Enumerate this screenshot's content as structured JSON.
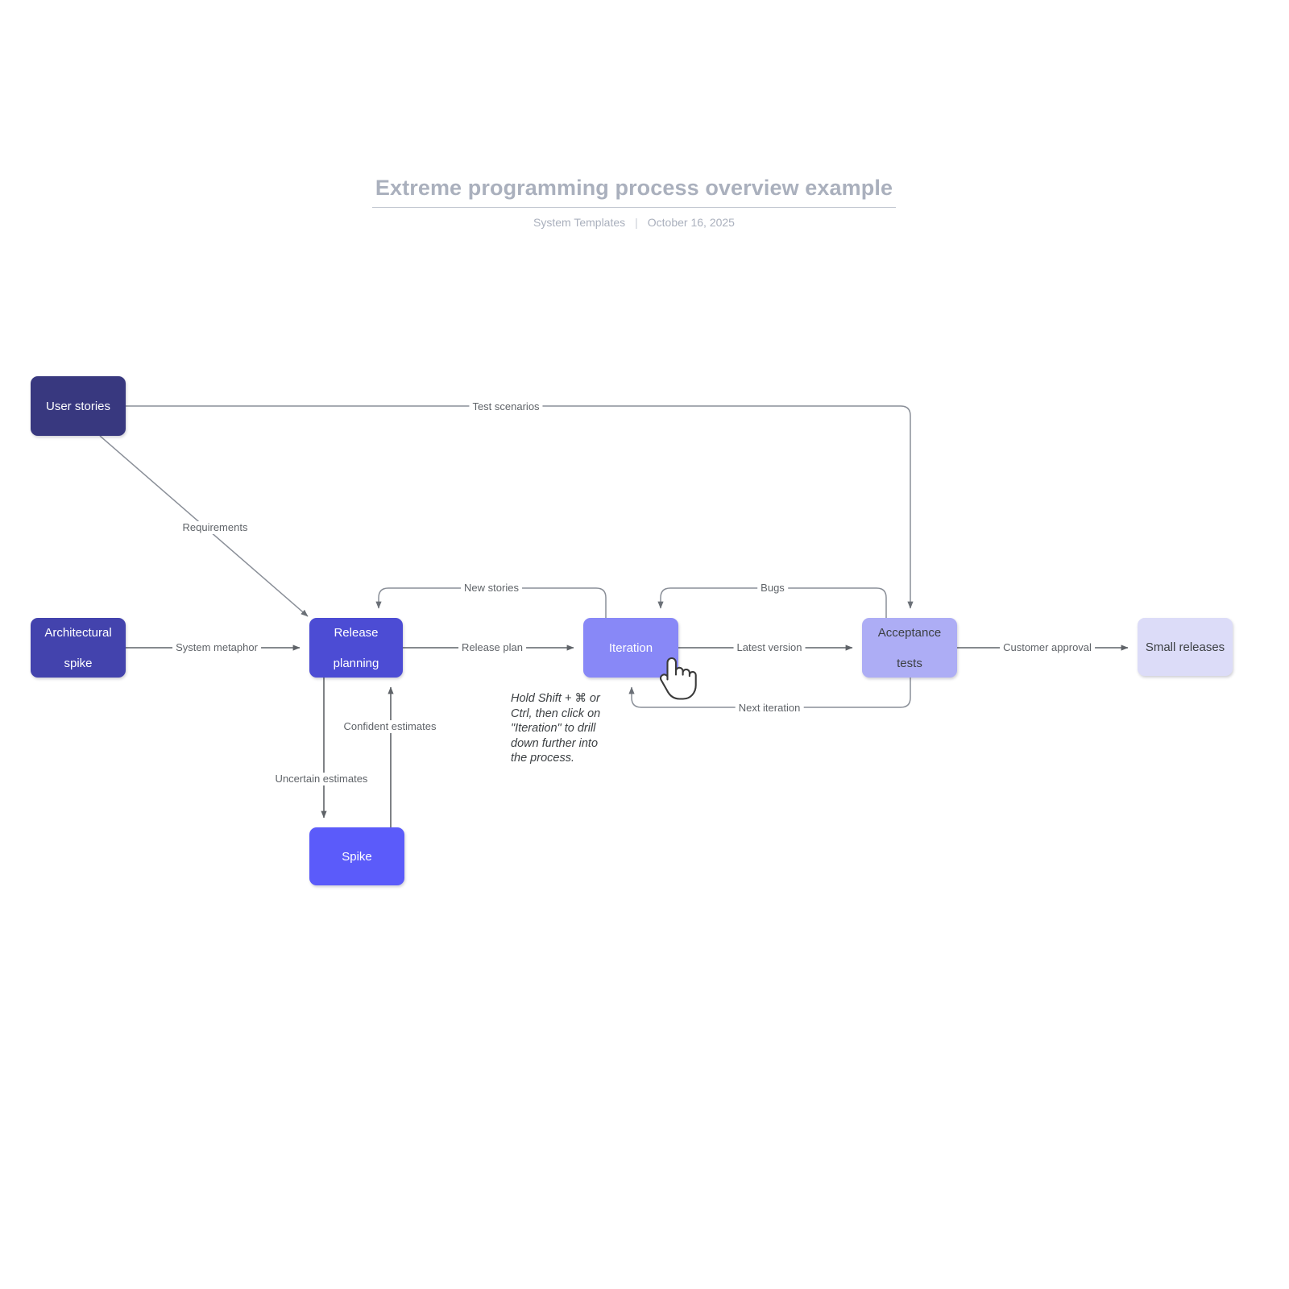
{
  "header": {
    "title": "Extreme programming process overview example",
    "author": "System Templates",
    "separator": "|",
    "date": "October 16, 2025"
  },
  "diagram": {
    "type": "flowchart",
    "nodes": [
      {
        "id": "user-stories",
        "label": "User stories",
        "color": "#38387f",
        "text_color": "#ffffff"
      },
      {
        "id": "arch-spike",
        "label": "Architectural\nspike",
        "line1": "Architectural",
        "line2": "spike",
        "color": "#4343ad",
        "text_color": "#ffffff"
      },
      {
        "id": "release-planning",
        "label": "Release\nplanning",
        "line1": "Release",
        "line2": "planning",
        "color": "#4c4cd4",
        "text_color": "#ffffff"
      },
      {
        "id": "spike",
        "label": "Spike",
        "color": "#5b5bfa",
        "text_color": "#ffffff"
      },
      {
        "id": "iteration",
        "label": "Iteration",
        "color": "#8888f7",
        "text_color": "#ffffff"
      },
      {
        "id": "acceptance-tests",
        "label": "Acceptance\ntests",
        "line1": "Acceptance",
        "line2": "tests",
        "color": "#adadf5",
        "text_color": "#3c4043"
      },
      {
        "id": "small-releases",
        "label": "Small releases",
        "color": "#dcdcf8",
        "text_color": "#3c4043"
      }
    ],
    "edges": [
      {
        "id": "test-scenarios",
        "label": "Test scenarios",
        "from": "user-stories",
        "to": "acceptance-tests"
      },
      {
        "id": "requirements",
        "label": "Requirements",
        "from": "user-stories",
        "to": "release-planning"
      },
      {
        "id": "system-metaphor",
        "label": "System metaphor",
        "from": "arch-spike",
        "to": "release-planning"
      },
      {
        "id": "new-stories",
        "label": "New stories",
        "from": "iteration",
        "to": "release-planning"
      },
      {
        "id": "release-plan",
        "label": "Release plan",
        "from": "release-planning",
        "to": "iteration"
      },
      {
        "id": "uncertain-estimates",
        "label": "Uncertain estimates",
        "from": "release-planning",
        "to": "spike"
      },
      {
        "id": "confident-estimates",
        "label": "Confident estimates",
        "from": "spike",
        "to": "release-planning"
      },
      {
        "id": "bugs",
        "label": "Bugs",
        "from": "acceptance-tests",
        "to": "iteration"
      },
      {
        "id": "latest-version",
        "label": "Latest version",
        "from": "iteration",
        "to": "acceptance-tests"
      },
      {
        "id": "next-iteration",
        "label": "Next iteration",
        "from": "acceptance-tests",
        "to": "iteration"
      },
      {
        "id": "customer-approval",
        "label": "Customer approval",
        "from": "acceptance-tests",
        "to": "small-releases"
      }
    ]
  },
  "note": {
    "line1": "Hold Shift + ⌘ or",
    "line2": "Ctrl, then click on",
    "line3": "\"Iteration\" to drill",
    "line4": "down further into",
    "line5": "the process."
  },
  "cursor": {
    "kind": "pointing-hand"
  }
}
